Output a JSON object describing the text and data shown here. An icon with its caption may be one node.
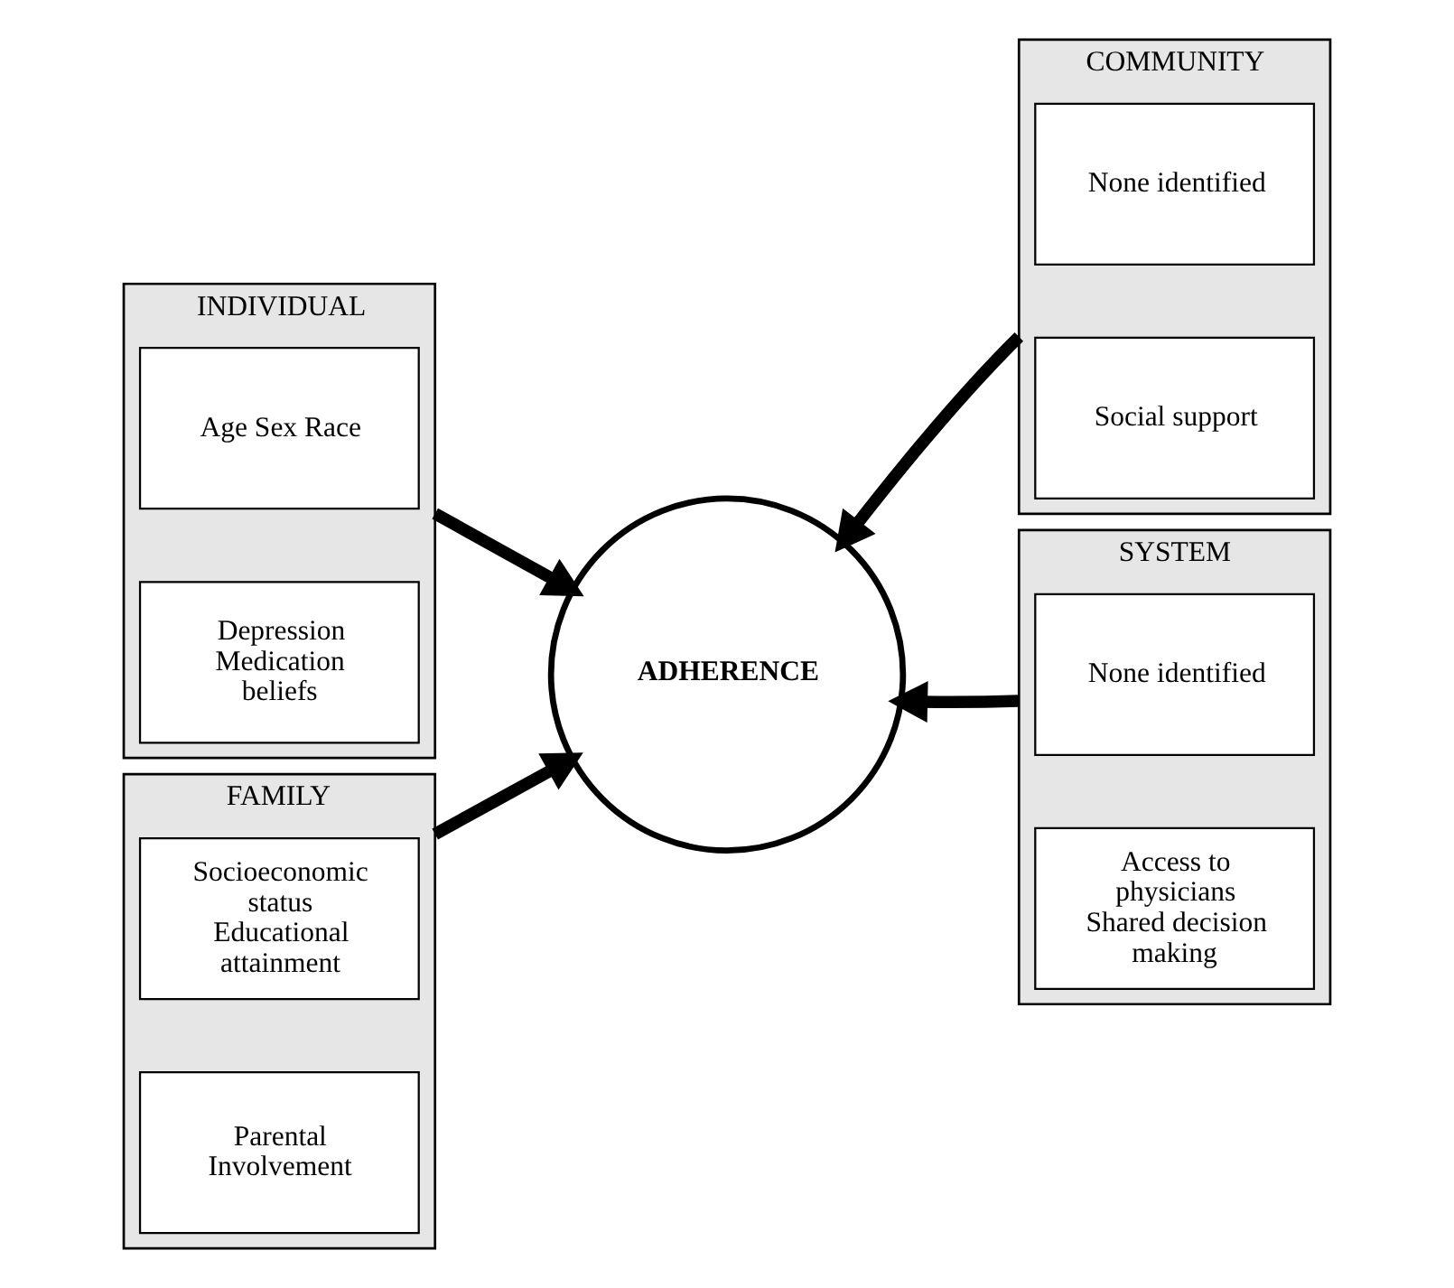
{
  "diagram": {
    "nodes": [
      {
        "text": [
          "INDIVIDUAL"
        ]
      },
      {
        "text": [
          "Age Sex Race"
        ],
        "in": 0
      },
      {
        "text": [
          "Depression Medication beliefs"
        ],
        "in": 0
      },
      {
        "text": [
          "COMMUNITY"
        ]
      },
      {
        "text": [
          "None identified"
        ],
        "in": 3
      },
      {
        "text": [
          "Social support"
        ],
        "in": 3
      },
      {
        "text": [
          "ADHERENCE"
        ]
      },
      {
        "text": [
          "FAMILY"
        ]
      },
      {
        "text": [
          "Socioeconomic status Educational attainment"
        ],
        "in": 7
      },
      {
        "text": [
          "Parental Involvement"
        ],
        "in": 7
      },
      {
        "text": [
          "SYSTEM"
        ]
      },
      {
        "text": [
          "None identified"
        ],
        "in": 10
      },
      {
        "text": [
          "Access to physicians Shared decision making"
        ],
        "in": 10
      }
    ],
    "edges": [
      {
        "from": 0,
        "to": 6,
        "arrow": "to"
      },
      {
        "from": 3,
        "to": 6,
        "arrow": "to"
      },
      {
        "from": 7,
        "to": 6,
        "arrow": "to"
      },
      {
        "from": 10,
        "to": 6,
        "arrow": "to"
      }
    ]
  }
}
